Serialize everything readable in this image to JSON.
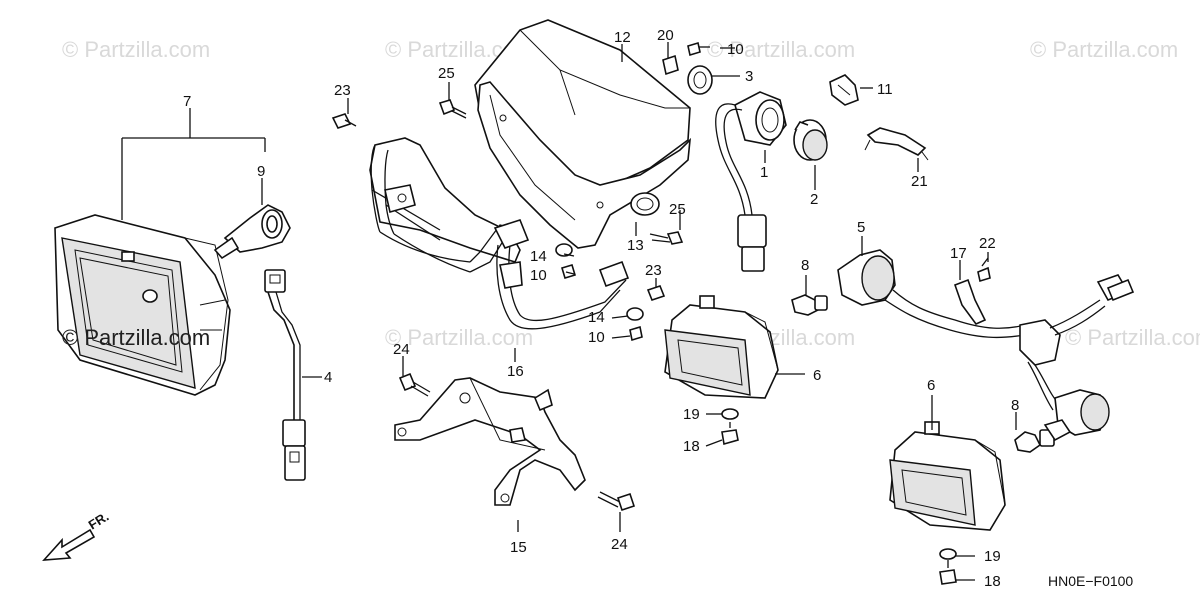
{
  "watermarks": {
    "top_left": "© Partzilla.com",
    "top_center": "© Partzilla.com",
    "top_right": "© Partzilla.com",
    "right_center": "© Partzilla.com",
    "mid_center": "© Partzilla.com",
    "main": "© Partzilla.com"
  },
  "diagram_code": "HN0E−F0100",
  "direction_label": "FR.",
  "callouts": {
    "c1": "1",
    "c2": "2",
    "c3": "3",
    "c4": "4",
    "c5": "5",
    "c6a": "6",
    "c6b": "6",
    "c7": "7",
    "c8a": "8",
    "c8b": "8",
    "c9": "9",
    "c10a": "10",
    "c10b": "10",
    "c10c": "10",
    "c11": "11",
    "c12": "12",
    "c13": "13",
    "c14a": "14",
    "c14b": "14",
    "c15": "15",
    "c16": "16",
    "c17": "17",
    "c18a": "18",
    "c18b": "18",
    "c19a": "19",
    "c19b": "19",
    "c20": "20",
    "c21": "21",
    "c22": "22",
    "c23a": "23",
    "c23b": "23",
    "c24a": "24",
    "c24b": "24",
    "c25a": "25",
    "c25b": "25"
  }
}
